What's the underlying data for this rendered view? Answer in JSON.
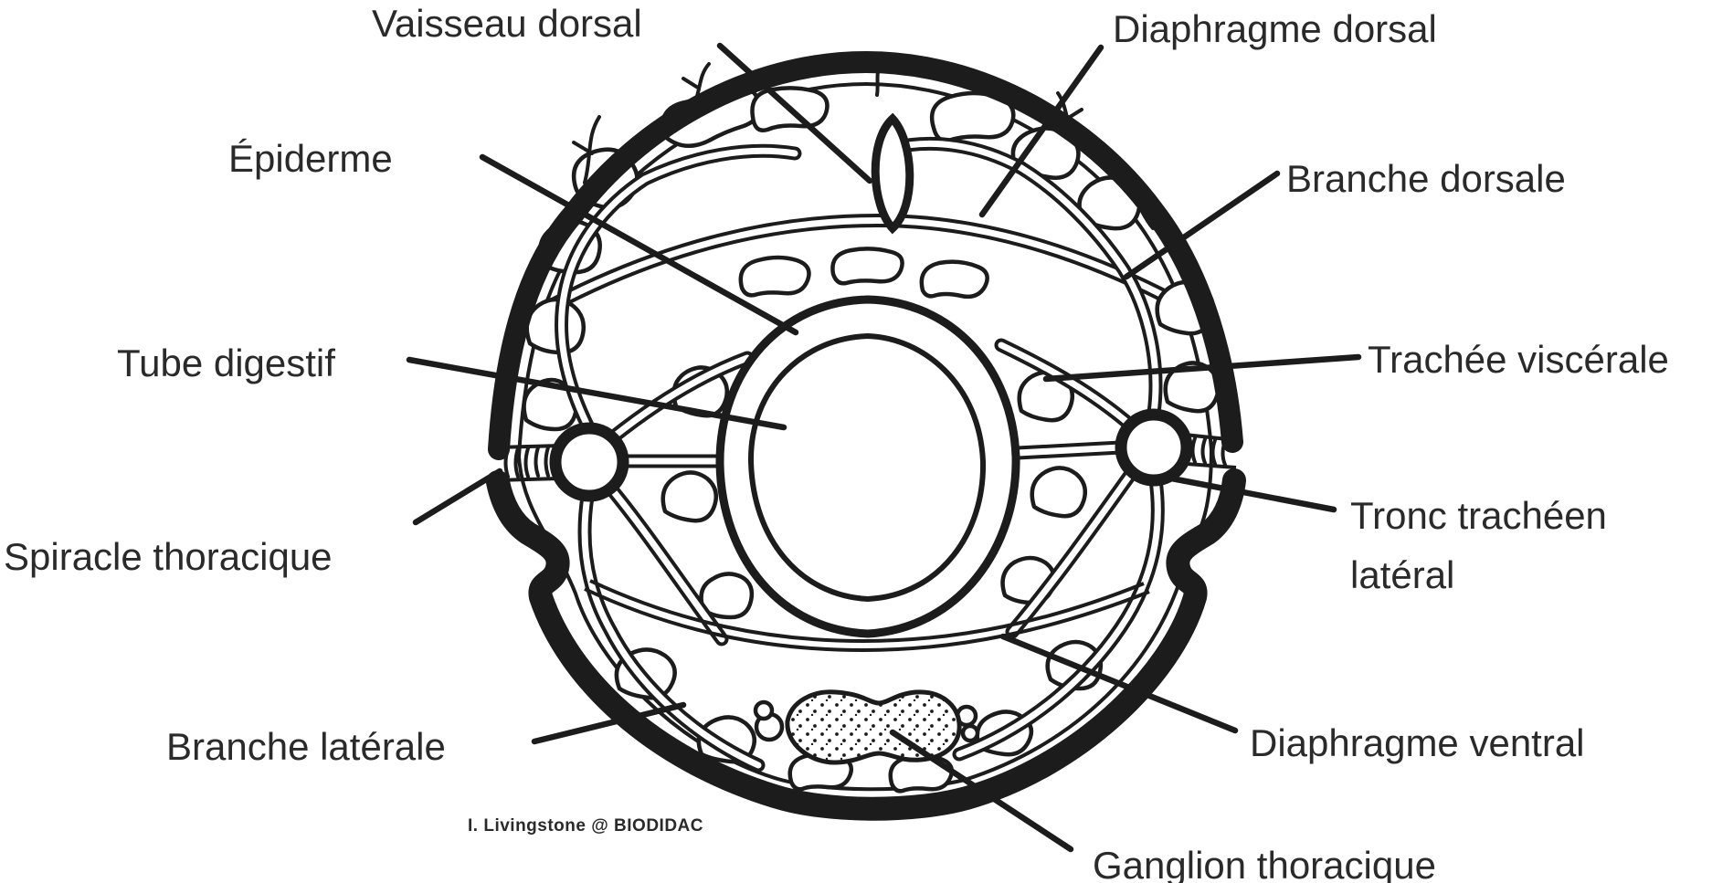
{
  "figure": {
    "background_color": "#ffffff",
    "ink_color": "#1c1c1c",
    "text_color": "#2a2a2a",
    "credit": "I. Livingstone @ BIODIDAC",
    "labels": [
      {
        "id": "vaisseau-dorsal",
        "text": "Vaisseau dorsal"
      },
      {
        "id": "diaphragme-dorsal",
        "text": "Diaphragme dorsal"
      },
      {
        "id": "epiderme",
        "text": "Épiderme"
      },
      {
        "id": "branche-dorsale",
        "text": "Branche dorsale"
      },
      {
        "id": "tube-digestif",
        "text": "Tube digestif"
      },
      {
        "id": "trachee-viscerale",
        "text": "Trachée viscérale"
      },
      {
        "id": "spiracle-thoracique",
        "text": "Spiracle thoracique"
      },
      {
        "id": "tronc-tracheen-lateral",
        "text": "Tronc trachéen latéral"
      },
      {
        "id": "branche-laterale",
        "text": "Branche latérale"
      },
      {
        "id": "diaphragme-ventral",
        "text": "Diaphragme ventral"
      },
      {
        "id": "ganglion-thoracique",
        "text": "Ganglion thoracique"
      }
    ]
  }
}
